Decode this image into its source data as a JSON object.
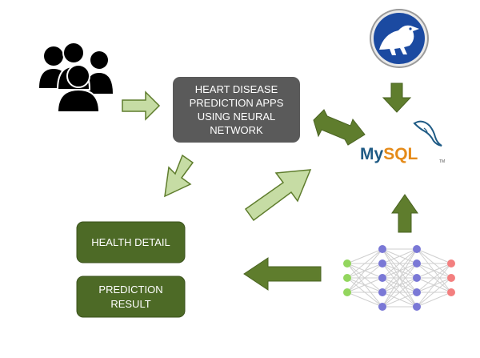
{
  "main_box": {
    "lines": [
      "HEART DISEASE",
      "PREDICTION APPS",
      "USING NEURAL",
      "NETWORK"
    ]
  },
  "health_detail_box": {
    "label": "HEALTH DETAIL"
  },
  "prediction_result_box": {
    "lines": [
      "PREDICTION",
      "RESULT"
    ]
  },
  "mysql_logo": {
    "my": "My",
    "sql": "SQL",
    "tm": "TM"
  },
  "icons": {
    "users": "users-group-icon",
    "database_tool": "database-tool-logo-icon",
    "mysql": "mysql-dolphin-icon",
    "neural_network": "neural-network-icon"
  },
  "colors": {
    "main_box": "#5a5a5a",
    "result_box": "#4d6a26",
    "arrow_light": "#c6dca4",
    "arrow_dark": "#5f7d2d",
    "nn_input": "#93d65e",
    "nn_hidden": "#7a78d6",
    "nn_output": "#f37f7f"
  }
}
